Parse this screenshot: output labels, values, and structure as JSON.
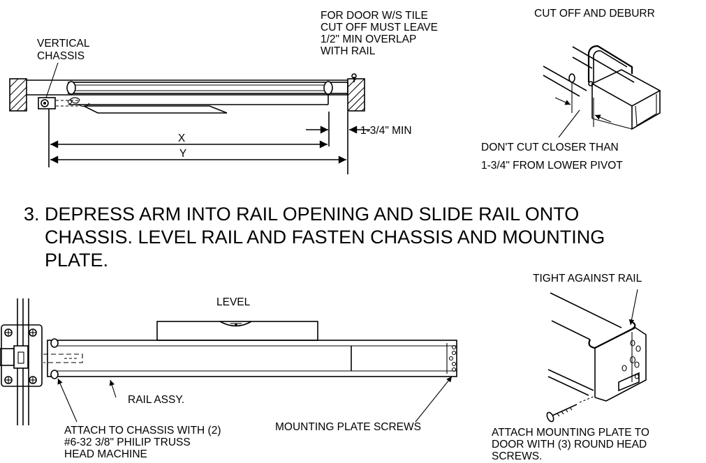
{
  "top_left": {
    "vertical_chassis": [
      "VERTICAL",
      "CHASSIS"
    ],
    "tile_note": [
      "FOR DOOR W/S TILE",
      "CUT OFF MUST LEAVE",
      "1/2\" MIN OVERLAP",
      "WITH RAIL"
    ],
    "dim_x": "X",
    "dim_y": "Y",
    "min_dim": "1-3/4\" MIN"
  },
  "top_right": {
    "cut_off": "CUT OFF AND DEBURR",
    "dont_cut": [
      "DON'T CUT CLOSER THAN",
      "1-3/4\" FROM LOWER PIVOT"
    ]
  },
  "step3": [
    "3. DEPRESS ARM INTO RAIL OPENING AND SLIDE RAIL ONTO",
    "CHASSIS. LEVEL RAIL AND FASTEN CHASSIS AND MOUNTING",
    "PLATE."
  ],
  "bottom_left": {
    "level": "LEVEL",
    "rail_assy": "RAIL ASSY.",
    "attach_chassis": [
      "ATTACH TO CHASSIS WITH (2)",
      "#6-32 3/8\" PHILIP TRUSS",
      "HEAD MACHINE"
    ],
    "mounting_screws": "MOUNTING PLATE SCREWS"
  },
  "bottom_right": {
    "tight": "TIGHT AGAINST RAIL",
    "attach_plate": [
      "ATTACH MOUNTING PLATE TO",
      "DOOR WITH (3) ROUND HEAD",
      "SCREWS."
    ]
  }
}
